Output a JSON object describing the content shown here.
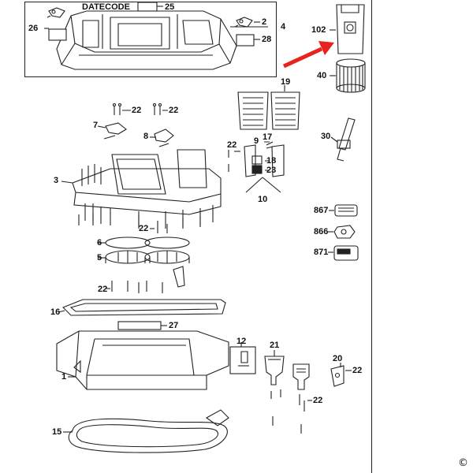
{
  "diagram": {
    "datecode_label": "DATECODE",
    "copyright_symbol": "©",
    "callout_arrow_color": "#e8231f",
    "labels": {
      "p25": "25",
      "p26": "26",
      "p2": "2",
      "p4": "4",
      "p28": "28",
      "p102": "102",
      "p40": "40",
      "p19": "19",
      "p22": "22",
      "p7": "7",
      "p8": "8",
      "p3": "3",
      "p9": "9",
      "p17": "17",
      "p18": "18",
      "p23": "23",
      "p10": "10",
      "p30": "30",
      "p867": "867",
      "p866": "866",
      "p871": "871",
      "p6": "6",
      "p5": "5",
      "p16": "16",
      "p27": "27",
      "p12": "12",
      "p21": "21",
      "p20": "20",
      "p1": "1",
      "p15": "15"
    }
  }
}
